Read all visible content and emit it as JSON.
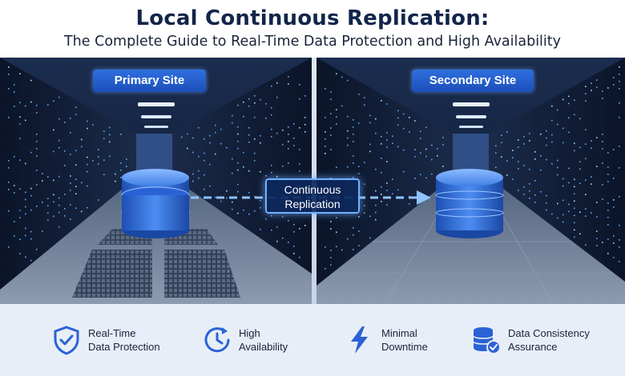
{
  "header": {
    "title": "Local Continuous Replication:",
    "subtitle": "The Complete Guide to Real-Time Data Protection and High Availability"
  },
  "scene": {
    "primary_label": "Primary Site",
    "secondary_label": "Secondary Site",
    "replication_line1": "Continuous",
    "replication_line2": "Replication"
  },
  "features": [
    {
      "line1": "Real-Time",
      "line2": "Data Protection",
      "icon": "shield-check-icon"
    },
    {
      "line1": "High",
      "line2": "Availability",
      "icon": "clock-cycle-icon"
    },
    {
      "line1": "Minimal",
      "line2": "Downtime",
      "icon": "lightning-icon"
    },
    {
      "line1": "Data Consistency",
      "line2": "Assurance",
      "icon": "database-check-icon"
    }
  ],
  "colors": {
    "accent": "#2a62d6",
    "title": "#12254a",
    "footer_bg": "#e8eef8",
    "glow": "#6fb2ff"
  }
}
